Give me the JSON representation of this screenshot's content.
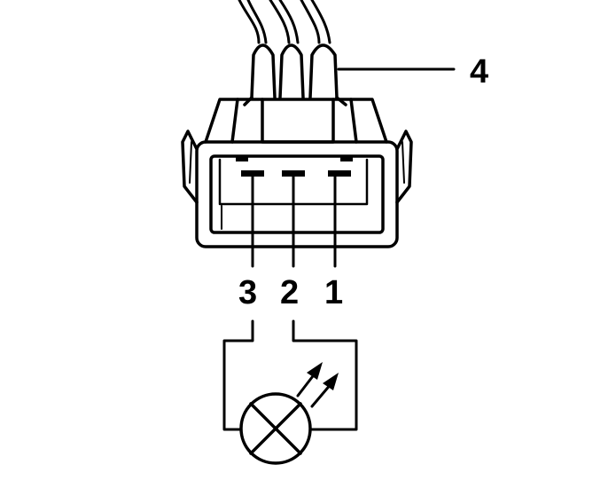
{
  "labels": {
    "wire_bundle": "4",
    "pin_3": "3",
    "pin_2": "2",
    "pin_1": "1"
  },
  "colors": {
    "ink": "#000000",
    "paper": "#ffffff"
  },
  "icons": {
    "lamp": "lamp-cross-circle-icon",
    "light": "light-emission-arrows-icon"
  }
}
